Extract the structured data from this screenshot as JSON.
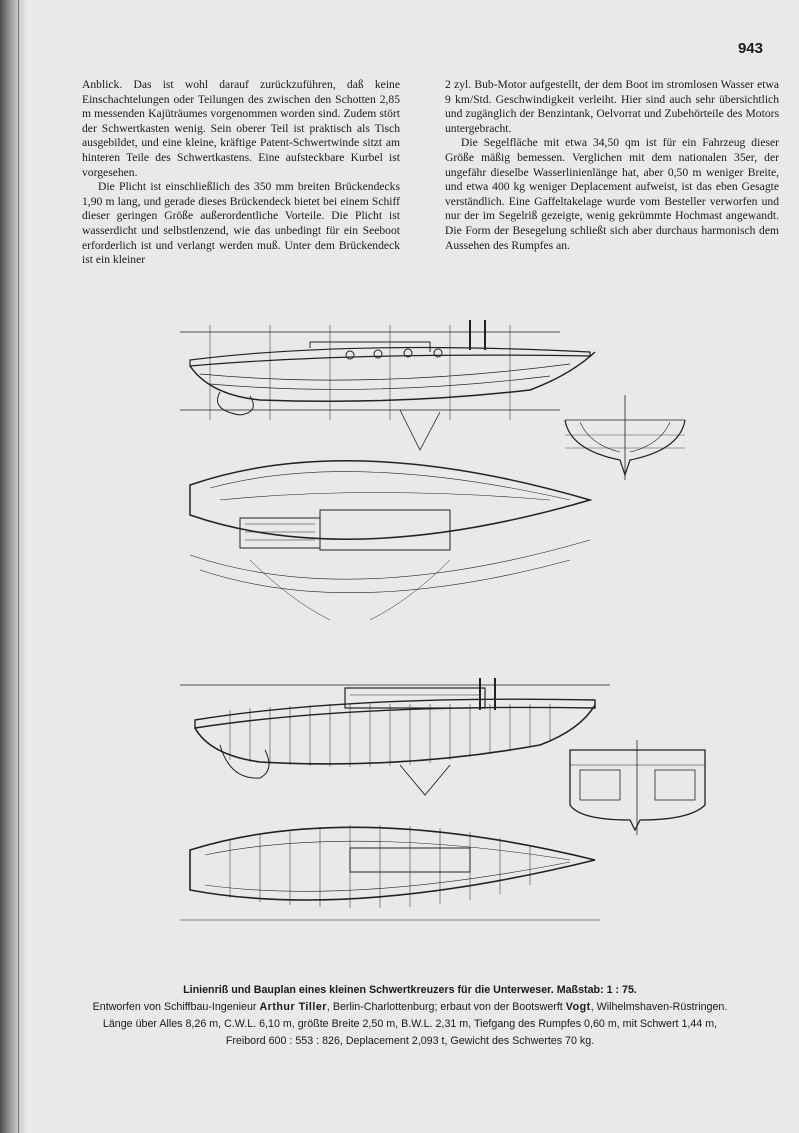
{
  "page_number": "943",
  "left_column": {
    "p1": "Anblick. Das ist wohl darauf zurückzuführen, daß keine Einschachtelungen oder Teilungen des zwischen den Schotten 2,85 m messenden Kajüträumes vorgenommen worden sind. Zudem stört der Schwertkasten wenig. Sein oberer Teil ist praktisch als Tisch ausgebildet, und eine kleine, kräftige Patent-Schwertwinde sitzt am hinteren Teile des Schwertkastens. Eine aufsteckbare Kurbel ist vorgesehen.",
    "p2": "Die Plicht ist einschließlich des 350 mm breiten Brückendecks 1,90 m lang, und gerade dieses Brückendeck bietet bei einem Schiff dieser geringen Größe außerordentliche Vorteile. Die Plicht ist wasserdicht und selbstlenzend, wie das unbedingt für ein Seeboot erforderlich ist und verlangt werden muß. Unter dem Brückendeck ist ein kleiner"
  },
  "right_column": {
    "p1": "2 zyl. Bub-Motor aufgestellt, der dem Boot im stromlosen Wasser etwa 9 km/Std. Geschwindigkeit verleiht. Hier sind auch sehr übersichtlich und zugänglich der Benzintank, Oelvorrat und Zubehörteile des Motors untergebracht.",
    "p2": "Die Segelfläche mit etwa 34,50 qm ist für ein Fahrzeug dieser Größe mäßig bemessen. Verglichen mit dem nationalen 35er, der ungefähr dieselbe Wasserlinienlänge hat, aber 0,50 m weniger Breite, und etwa 400 kg weniger Deplacement aufweist, ist das eben Gesagte verständlich. Eine Gaffeltakelage wurde vom Besteller verworfen und nur der im Segelriß gezeigte, wenig gekrümmte Hochmast angewandt. Die Form der Besegelung schließt sich aber durchaus harmonisch dem Aussehen des Rumpfes an."
  },
  "caption": {
    "title": "Linienriß und Bauplan eines kleinen Schwertkreuzers für die Unterweser.",
    "scale": "Maßstab: 1 : 75.",
    "line2_a": "Entworfen von Schiffbau-Ingenieur",
    "designer": "Arthur Tiller",
    "line2_b": ", Berlin-Charlottenburg; erbaut von der Bootswerft",
    "yard": "Vogt",
    "line2_c": ", Wilhelmshaven-Rüstringen.",
    "line3": "Länge über Alles 8,26 m, C.W.L. 6,10 m, größte Breite 2,50 m, B.W.L. 2,31 m, Tiefgang des Rumpfes 0,60 m, mit Schwert 1,44 m,",
    "line4": "Freibord 600 : 553 : 826, Deplacement 2,093 t, Gewicht des Schwertes 70 kg."
  }
}
